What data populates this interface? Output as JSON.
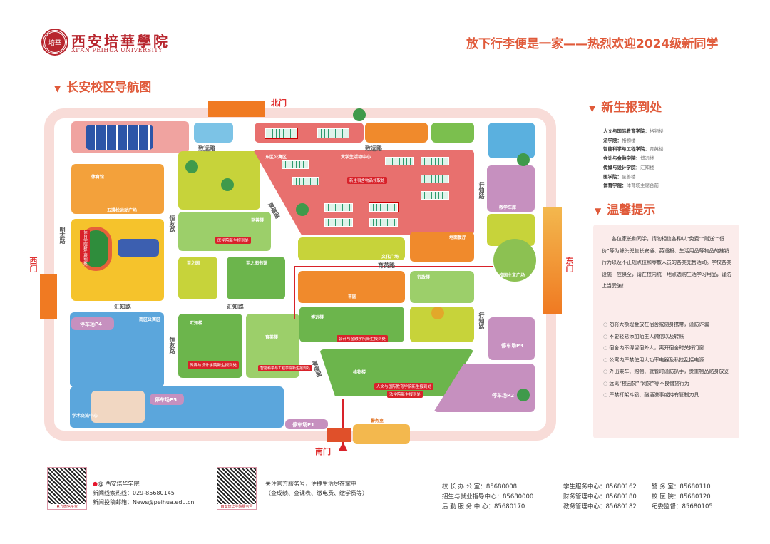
{
  "header": {
    "logo_cn": "西安培華學院",
    "logo_en": "XI'AN PEIHUA UNIVERSITY",
    "seal_text": "培華",
    "slogan": "放下行李便是一家——热烈欢迎2024级新同学"
  },
  "map": {
    "title": "长安校区导航图",
    "gates": {
      "north": "北门",
      "west": "西门",
      "east": "东门",
      "south": "南门"
    },
    "roads": {
      "zhiyuan1": "致远路",
      "zhiyuan2": "致远路",
      "mingzhi": "明志路",
      "hengyou1": "恒友路",
      "hengyou2": "恒友路",
      "huizhi1": "汇知路",
      "huizhi2": "汇知路",
      "xingzhi1": "行知路",
      "xingzhi2": "行知路",
      "houde1": "厚德路",
      "houde2": "厚德路",
      "yuying": "育英路"
    },
    "areas": {
      "gym": "体育馆",
      "east_dorm": "东区公寓区",
      "south_dorm": "南区公寓区",
      "student_center": "大学生活动中心",
      "culture_square": "文化广场",
      "canteen": "地面餐厅",
      "fengyuan": "丰园",
      "admin": "行政楼",
      "boyuan": "博远楼",
      "gewu": "格物楼",
      "huizhi": "汇知楼",
      "yuying": "育英楼",
      "zhishan": "至善楼",
      "zhizhi_garden": "至之园",
      "library": "至之图书馆",
      "exchange": "学术交流中心",
      "main_square": "校园主文广场",
      "sports_square": "五環松运动广场",
      "guard": "警务室",
      "teach_parking": "教学车库"
    },
    "tags": {
      "medicine": "医学院新生报到处",
      "pe": "体育学院新生报到处",
      "media": "传媒与设计学院新生报到处",
      "ai": "智能科学与工程学院新生报到处",
      "accounting": "会计与金融学院新生报到处",
      "humanities": "人文与国际教育学院新生报到处",
      "law": "法学院新生报到处",
      "supplies": "新生宿舍物品领取处"
    },
    "parking": {
      "p1": "停车场P1",
      "p2": "停车场P2",
      "p3": "停车场P3",
      "p4": "停车场P4",
      "p5": "停车场P5"
    }
  },
  "registration": {
    "title": "新生报到处",
    "items": [
      {
        "college": "人文与国际教育学院：",
        "place": "格物楼"
      },
      {
        "college": "法学院：",
        "place": "格物楼"
      },
      {
        "college": "智能科学与工程学院：",
        "place": "育英楼"
      },
      {
        "college": "会计与金融学院：",
        "place": "博远楼"
      },
      {
        "college": "传媒与设计学院：",
        "place": "汇知楼"
      },
      {
        "college": "医学院：",
        "place": "至善楼"
      },
      {
        "college": "体育学院：",
        "place": "体育场主席台前"
      }
    ]
  },
  "tips": {
    "title": "温馨提示",
    "paragraph": "各位家长和同学，请勿相信各种以“免费”“赠送”“低价”等为噱头兜售长安通、英语报、生活用品等物品的推销行为以及不正规点位和零散人员的各类兜售活动。学校各类设施一应俱全，请在校内统一地点选购生活学习用品，谨防上当受骗！",
    "items": [
      "勿将大额现金放在宿舍或随身携带，谨防诈骗",
      "不要轻易添加陌生人微信以及转账",
      "宿舍内不得留宿外人，离开宿舍时关好门窗",
      "公寓内严禁使用大功率电器及私拉乱接电源",
      "外出乘车、购物、就餐时谨防扒手，贵重物品贴身放妥",
      "远离“校园贷”“网贷”等不良借贷行为",
      "严禁打架斗殴、酗酒滋事或持有管制刀具"
    ]
  },
  "footer": {
    "qr1_caption": "官方微信平台",
    "weibo": "@ 西安培华学院",
    "hotline": "新闻线索热线：029-85680145",
    "email": "新闻投稿邮箱：News@peihua.edu.cn",
    "qr2_caption": "西安培华学院服务号",
    "follow": "关注官方服务号，便捷生活尽在掌中",
    "follow_sub": "（查成绩、查课表、缴电费、缴学费等）",
    "contacts": [
      {
        "name": "校 长 办 公 室：",
        "phone": "85680008"
      },
      {
        "name": "学生服务中心：",
        "phone": "85680162"
      },
      {
        "name": "警 务 室：",
        "phone": "85680110"
      },
      {
        "name": "招生与就业指导中心：",
        "phone": "85680000"
      },
      {
        "name": "财务管理中心：",
        "phone": "85680180"
      },
      {
        "name": "校 医 院：",
        "phone": "85680120"
      },
      {
        "name": "后 勤 服 务 中 心：",
        "phone": "85680170"
      },
      {
        "name": "教务管理中心：",
        "phone": "85680182"
      },
      {
        "name": "纪委监督：",
        "phone": "85680105"
      }
    ]
  }
}
